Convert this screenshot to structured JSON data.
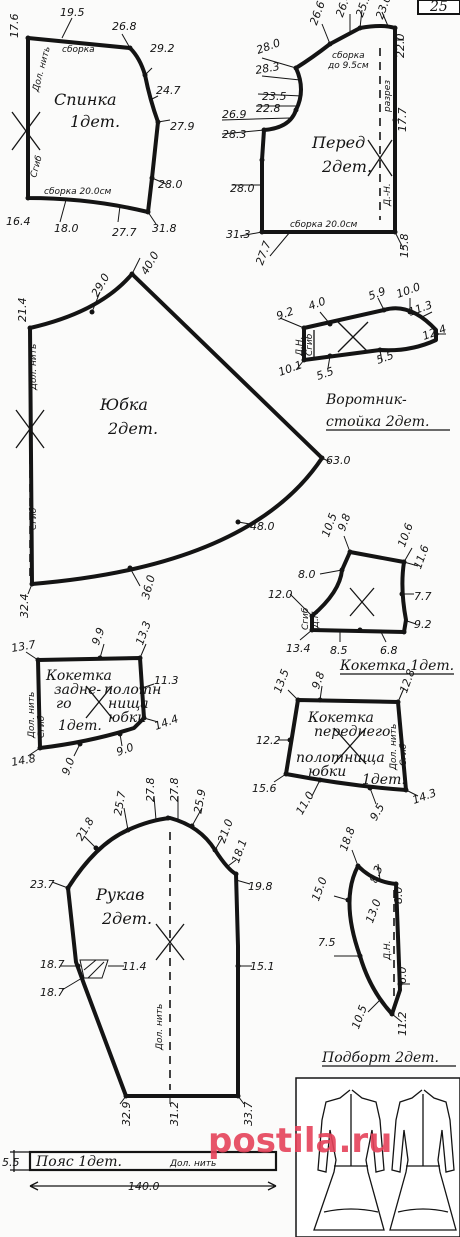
{
  "page_number": "25",
  "pieces": {
    "back": {
      "title": "Спинка",
      "count": "1дет.",
      "notes": {
        "gather_top": "сборка",
        "gather_bottom": "сборка 20.0см",
        "fold": "Сгиб",
        "grain": "Дол. нить"
      },
      "measurements": [
        "17.6",
        "19.5",
        "26.8",
        "29.2",
        "24.7",
        "27.9",
        "28.0",
        "31.8",
        "27.7",
        "18.0",
        "16.4"
      ]
    },
    "front": {
      "title": "Перед",
      "count": "2дет.",
      "notes": {
        "gather_top": "сборка",
        "gather_top_len": "до 9.5см",
        "gather_bottom": "сборка 20.0см",
        "slit": "разрез",
        "grain": "Д.-Н."
      },
      "measurements": [
        "26.6",
        "26.4",
        "25.9",
        "23.0",
        "22.0",
        "28.0",
        "28.3",
        "23.5",
        "22.8",
        "26.9",
        "28.3",
        "17.7",
        "28.0",
        "31.3",
        "27.7",
        "15.8"
      ]
    },
    "skirt": {
      "title": "Юбка",
      "count": "2дет.",
      "notes": {
        "grain": "Дол. нить",
        "fold": "Сгиб"
      },
      "measurements": [
        "21.4",
        "29.0",
        "40.0",
        "63.0",
        "48.0",
        "36.0",
        "32.4"
      ]
    },
    "collar": {
      "caption_line1": "Воротник-",
      "caption_line2": "стойка 2дет.",
      "notes": {
        "fold": "Сгиб",
        "grain": "Д.Н."
      },
      "measurements": [
        "4.0",
        "5.9",
        "10.0",
        "9.2",
        "11.3",
        "12.4",
        "10.1",
        "5.5",
        "5.5"
      ]
    },
    "front_yoke": {
      "caption": "Кокетка 1дет.",
      "notes": {
        "fold": "Сгиб",
        "grain": "Д.Н."
      },
      "measurements": [
        "10.5",
        "9.8",
        "10.6",
        "11.6",
        "8.0",
        "7.7",
        "12.0",
        "9.2",
        "13.4",
        "8.5",
        "6.8"
      ]
    },
    "back_skirt_yoke": {
      "title_line1": "Кокетка",
      "title_line2": "задне-",
      "title_line3": "го",
      "title2_line1": "полотн",
      "title2_line2": "нища",
      "title2_line3": "юбки",
      "count": "1дет.",
      "notes": {
        "grain": "Дол. нить",
        "fold": "Сгиб"
      },
      "measurements": [
        "13.7",
        "9.9",
        "13.3",
        "11.3",
        "14.4",
        "14.8",
        "9.0",
        "9.0"
      ]
    },
    "front_skirt_yoke": {
      "title_line1": "Кокетка",
      "title_line2": "переднего",
      "title_line3": "полотнища",
      "title_line4": "юбки",
      "count": "1дет.",
      "notes": {
        "grain": "Дол. нить",
        "fold": "Сгиб"
      },
      "measurements": [
        "13.5",
        "9.8",
        "12.8",
        "12.2",
        "15.6",
        "11.0",
        "9.5",
        "14.3"
      ]
    },
    "sleeve": {
      "title": "Рукав",
      "count": "2дет.",
      "notes": {
        "grain": "Дол. нить"
      },
      "measurements": [
        "27.8",
        "27.8",
        "25.7",
        "25.9",
        "21.8",
        "21.0",
        "23.7",
        "18.1",
        "19.8",
        "18.7",
        "11.4",
        "15.1",
        "18.7",
        "32.9",
        "31.2",
        "33.7"
      ]
    },
    "facing": {
      "caption": "Подборт 2дет.",
      "notes": {
        "grain": "Д.Н."
      },
      "measurements": [
        "18.8",
        "8.3",
        "15.0",
        "13.0",
        "8.0",
        "7.5",
        "6.0",
        "10.5",
        "11.2"
      ]
    },
    "belt": {
      "title": "Пояс 1дет.",
      "notes": {
        "grain": "Дол. нить"
      },
      "measurements": [
        "5.5",
        "140.0"
      ]
    }
  },
  "watermark": "postila.ru"
}
